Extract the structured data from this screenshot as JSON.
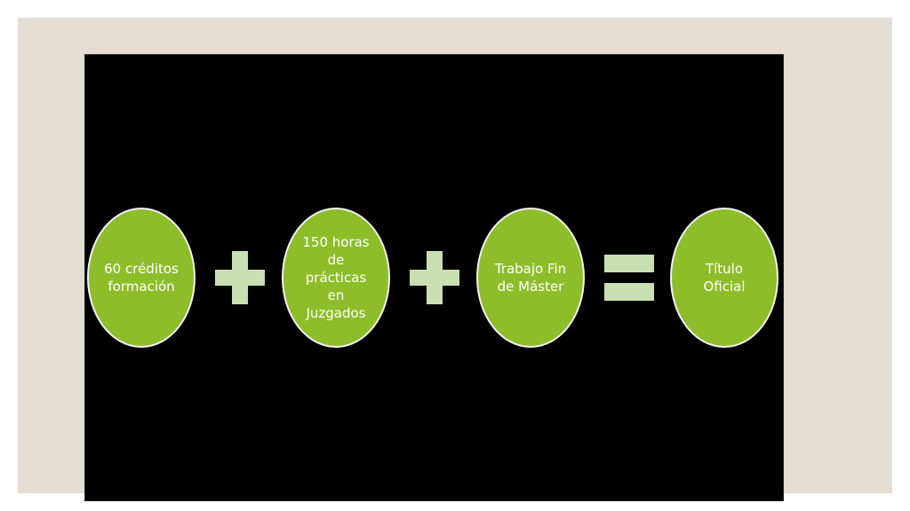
{
  "diagram": {
    "nodes": [
      {
        "label": "60 créditos\nformación"
      },
      {
        "label": "150 horas\nde\nprácticas\nen\nJuzgados"
      },
      {
        "label": "Trabajo Fin\nde Máster"
      },
      {
        "label": "Título\nOficial"
      }
    ],
    "operators": [
      {
        "icon": "plus-icon"
      },
      {
        "icon": "plus-icon"
      },
      {
        "icon": "equals-icon"
      }
    ],
    "colors": {
      "backdrop": "#e3ddd2",
      "slide": "#000000",
      "node_fill": "#8ebd2a",
      "node_border": "#f2f2f2",
      "operator_fill": "#c9e0b3",
      "node_text": "#ffffff"
    }
  }
}
